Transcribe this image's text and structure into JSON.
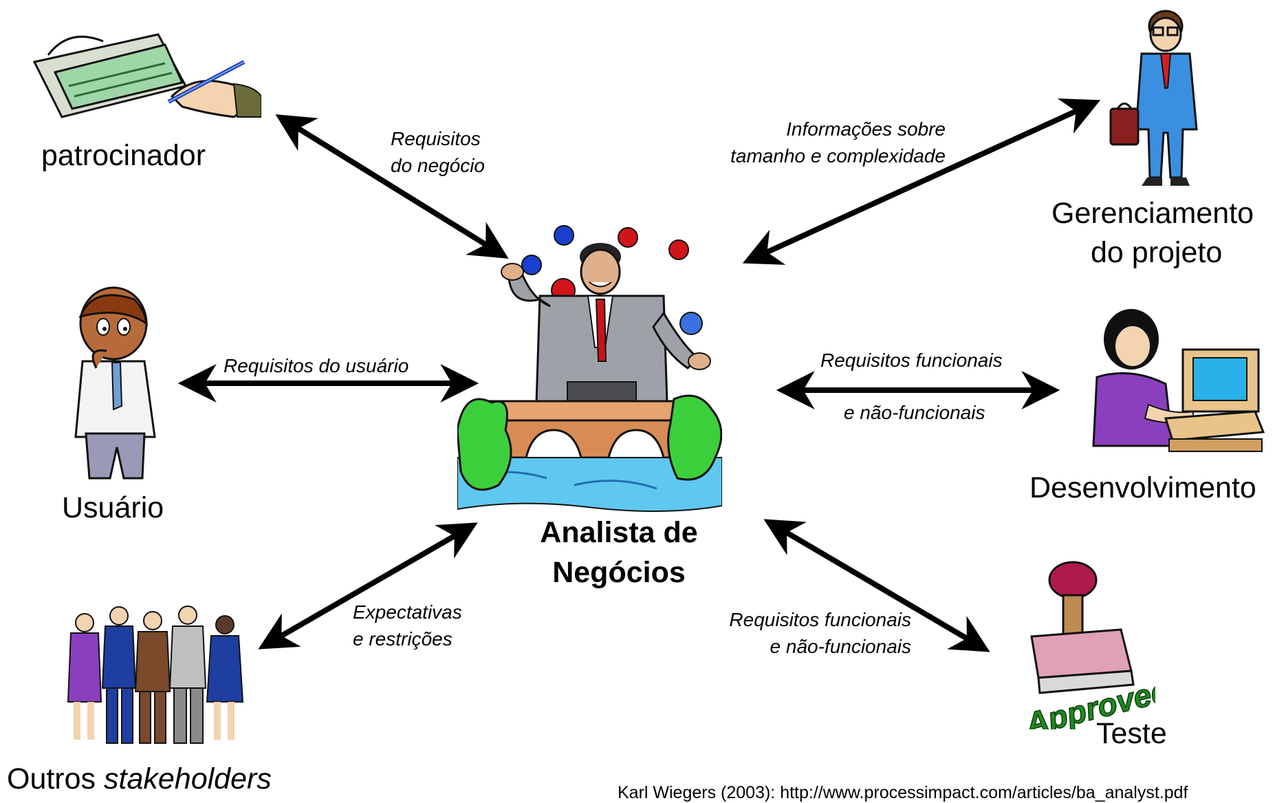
{
  "center": {
    "line1": "Analista de",
    "line2": "Negócios"
  },
  "nodes": {
    "patrocinador": "patrocinador",
    "gerenciamento_l1": "Gerenciamento",
    "gerenciamento_l2": "do projeto",
    "usuario": "Usuário",
    "desenvolvimento": "Desenvolvimento",
    "outros_prefix": "Outros ",
    "outros_em": "stakeholders",
    "teste": "Teste"
  },
  "edges": {
    "patrocinador_l1": "Requisitos",
    "patrocinador_l2": "do negócio",
    "gerenciamento_l1": "Informações sobre",
    "gerenciamento_l2": "tamanho e complexidade",
    "usuario": "Requisitos do usuário",
    "desenvolvimento_l1": "Requisitos funcionais",
    "desenvolvimento_l2": "e não-funcionais",
    "outros_l1": "Expectativas",
    "outros_l2": "e restrições",
    "teste_l1": "Requisitos funcionais",
    "teste_l2": "e não-funcionais"
  },
  "stamp_text": "Approved",
  "source": "Karl Wiegers (2003): http://www.processimpact.com/articles/ba_analyst.pdf"
}
